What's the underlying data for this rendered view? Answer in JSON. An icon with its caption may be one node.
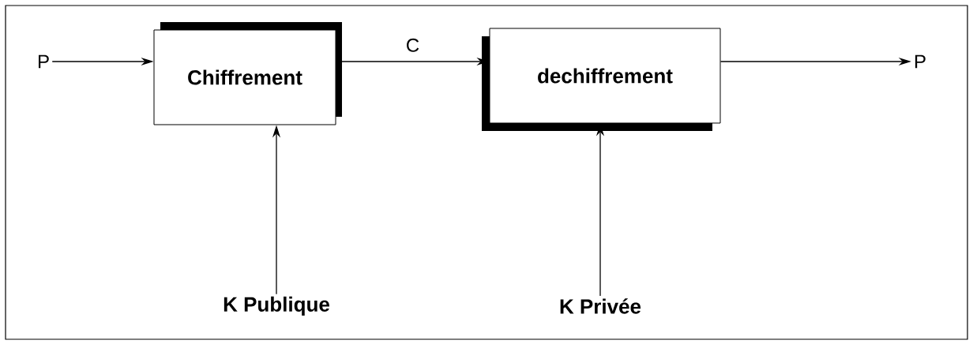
{
  "diagram": {
    "nodes": [
      {
        "text": [
          "P"
        ]
      },
      {
        "text": [
          "Chiffrement"
        ]
      },
      {
        "text": [
          "dechiffrement"
        ]
      },
      {
        "text": [
          "P"
        ]
      },
      {
        "text": [
          "K Publique"
        ]
      },
      {
        "text": [
          "K Privée"
        ]
      }
    ],
    "edges": [
      {
        "from": 0,
        "to": 1,
        "arrow": "to"
      },
      {
        "from": 1,
        "to": 2,
        "arrow": "to",
        "label": "C"
      },
      {
        "from": 2,
        "to": 3,
        "arrow": "to"
      },
      {
        "from": 4,
        "to": 1,
        "arrow": "to"
      },
      {
        "from": 5,
        "to": 2,
        "arrow": "to"
      }
    ]
  }
}
